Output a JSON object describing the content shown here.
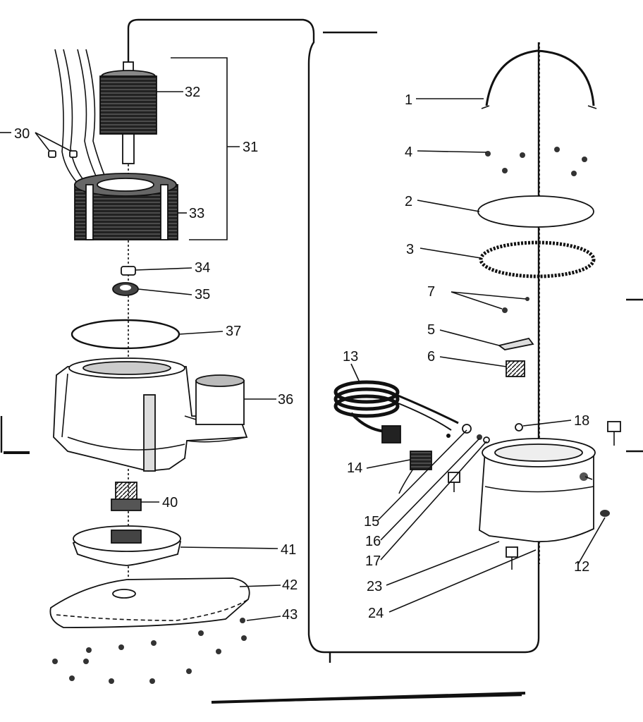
{
  "callouts": {
    "c1": "1",
    "c2": "2",
    "c3": "3",
    "c4": "4",
    "c5": "5",
    "c6": "6",
    "c7": "7",
    "c12": "12",
    "c13": "13",
    "c14": "14",
    "c15": "15",
    "c16": "16",
    "c17": "17",
    "c18": "18",
    "c23": "23",
    "c24": "24",
    "c30": "30",
    "c31": "31",
    "c32": "32",
    "c33": "33",
    "c34": "34",
    "c35": "35",
    "c36": "36",
    "c37": "37",
    "c40": "40",
    "c41": "41",
    "c42": "42",
    "c43": "43"
  },
  "colors": {
    "ink": "#111111",
    "paper": "#ffffff",
    "shade": "#555555"
  }
}
